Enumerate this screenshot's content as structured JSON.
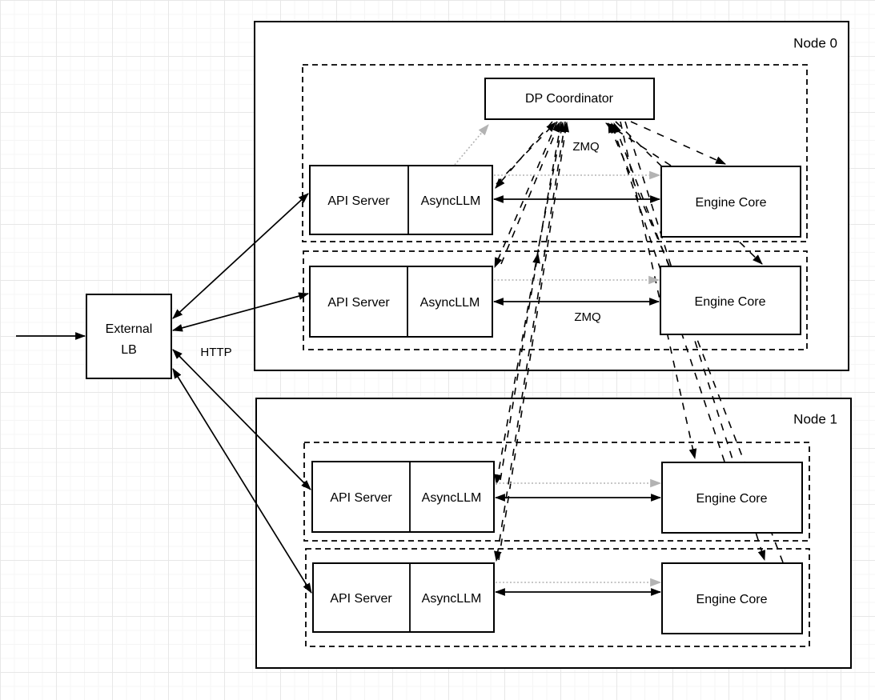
{
  "colors": {
    "line": "#000000",
    "dotted_arrow": "#b3b3b3",
    "canvas_bg": "#ffffff",
    "grid_minor": "#f5f5f5",
    "grid_major": "#e7e7e7"
  },
  "coordinator": {
    "label": "DP Coordinator"
  },
  "external_lb": {
    "line1": "External",
    "line2": "LB"
  },
  "edge_labels": {
    "http": "HTTP",
    "zmq_top": "ZMQ",
    "zmq_bottom": "ZMQ"
  },
  "nodes": [
    {
      "label": "Node 0",
      "replicas": [
        {
          "api": "API Server",
          "async": "AsyncLLM",
          "engine": "Engine Core"
        },
        {
          "api": "API Server",
          "async": "AsyncLLM",
          "engine": "Engine Core"
        }
      ]
    },
    {
      "label": "Node 1",
      "replicas": [
        {
          "api": "API Server",
          "async": "AsyncLLM",
          "engine": "Engine Core"
        },
        {
          "api": "API Server",
          "async": "AsyncLLM",
          "engine": "Engine Core"
        }
      ]
    }
  ]
}
